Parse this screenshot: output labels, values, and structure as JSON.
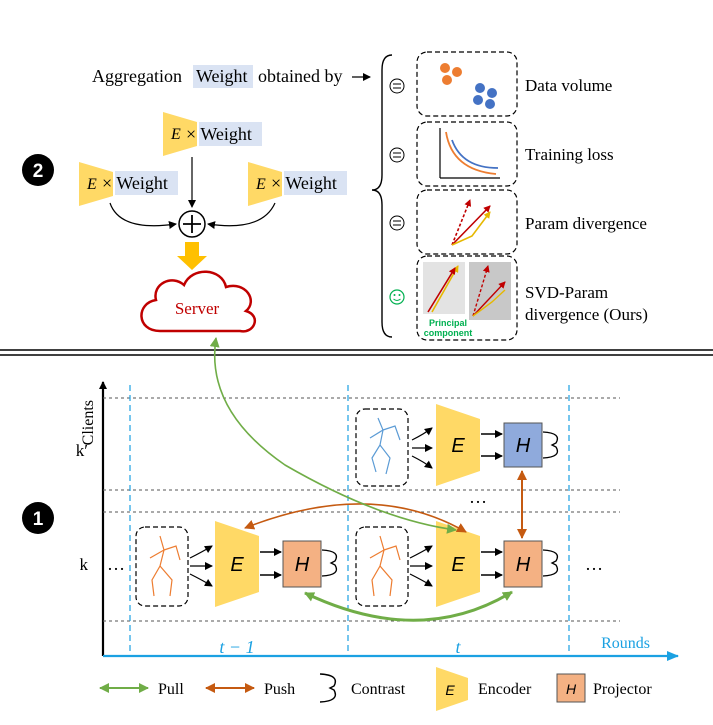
{
  "top": {
    "aggregation_caption": "Aggregation Weight obtained by",
    "weight_word": "Weight",
    "encoder_symbol": "E",
    "times_weight": "× Weight",
    "plus_symbol": "+",
    "server_label": "Server",
    "step_badge": "2",
    "options": [
      {
        "label": "Data volume",
        "face": "neutral"
      },
      {
        "label": "Training loss",
        "face": "neutral"
      },
      {
        "label": "Param divergence",
        "face": "neutral"
      },
      {
        "label": "SVD-Param",
        "label2": "divergence (Ours)",
        "face": "happy"
      }
    ],
    "principal_component": "Principal",
    "principal_component2": "component"
  },
  "bottom": {
    "step_badge": "1",
    "y_axis_label": "Clients",
    "x_axis_label": "Rounds",
    "client_k_prime": "k′",
    "client_k": "k",
    "round_t_minus_1": "t − 1",
    "round_t": "t",
    "ellipsis": "…",
    "encoder_label": "E",
    "projector_label": "H"
  },
  "legend": {
    "pull": "Pull",
    "push": "Push",
    "contrast": "Contrast",
    "encoder": "Encoder",
    "projector": "Projector",
    "encoder_symbol": "E",
    "projector_symbol": "H"
  },
  "colors": {
    "encoder_yellow": "#FFD966",
    "projector_orange": "#F4B183",
    "projector_blue": "#8FAADC",
    "pull_green": "#70AD47",
    "push_orange": "#C55A11",
    "axis_blue": "#1BA1E2",
    "server_red": "#C00000",
    "weight_bg": "#DAE3F3"
  }
}
